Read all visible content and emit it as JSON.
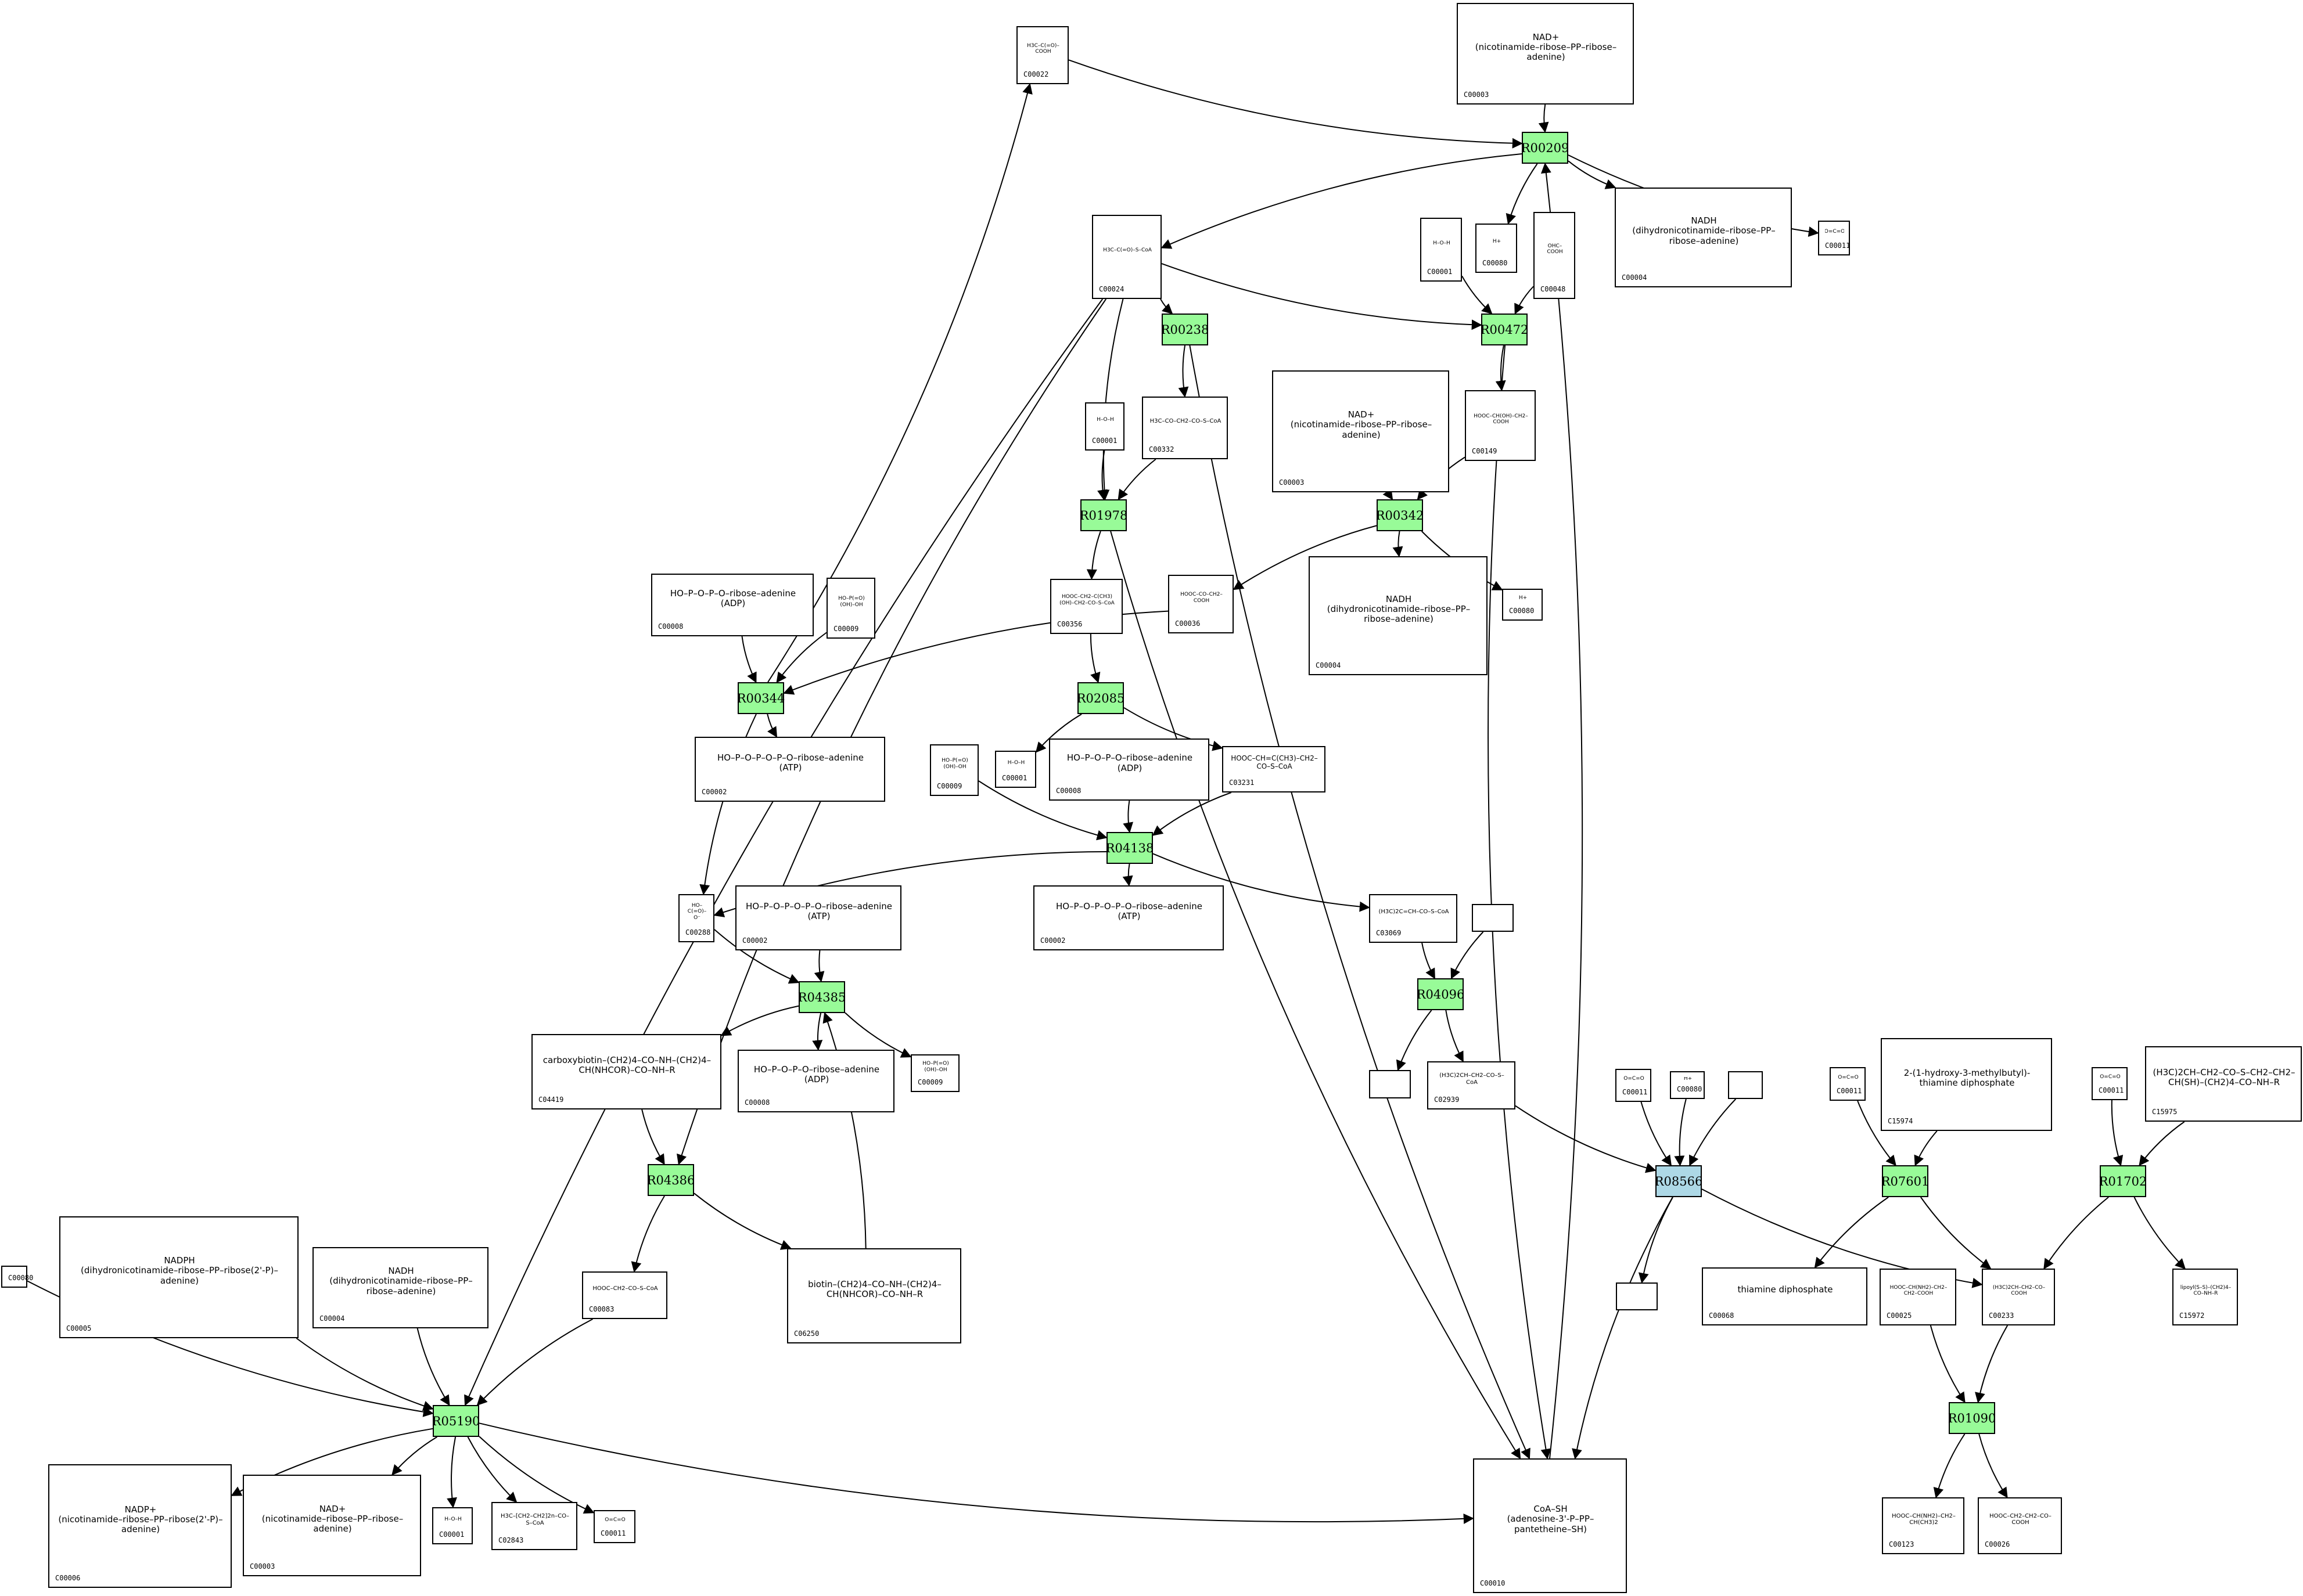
{
  "diagram": {
    "type": "metabolic-pathway-graph",
    "colors": {
      "reaction_default": "#98fb98",
      "reaction_highlight": "#add8e6",
      "compound_fill": "#ffffff",
      "edge": "#000000"
    },
    "reactions": [
      {
        "key": "r00209",
        "id": "R00209",
        "style": "green"
      },
      {
        "key": "r00238",
        "id": "R00238",
        "style": "green"
      },
      {
        "key": "r00472",
        "id": "R00472",
        "style": "green"
      },
      {
        "key": "r01978",
        "id": "R01978",
        "style": "green"
      },
      {
        "key": "r00342",
        "id": "R00342",
        "style": "green"
      },
      {
        "key": "r00344",
        "id": "R00344",
        "style": "green"
      },
      {
        "key": "r02085",
        "id": "R02085",
        "style": "green"
      },
      {
        "key": "r04138",
        "id": "R04138",
        "style": "green"
      },
      {
        "key": "r04385",
        "id": "R04385",
        "style": "green"
      },
      {
        "key": "r04096",
        "id": "R04096",
        "style": "green"
      },
      {
        "key": "r04386",
        "id": "R04386",
        "style": "green"
      },
      {
        "key": "r08566",
        "id": "R08566",
        "style": "blue"
      },
      {
        "key": "r07601",
        "id": "R07601",
        "style": "green"
      },
      {
        "key": "r01702",
        "id": "R01702",
        "style": "green"
      },
      {
        "key": "r05190",
        "id": "R05190",
        "style": "green"
      },
      {
        "key": "r01090",
        "id": "R01090",
        "style": "green"
      }
    ],
    "compounds": [
      {
        "key": "c00022_a",
        "id": "C00022",
        "formula": "H3C–C(=O)–COOH"
      },
      {
        "key": "c00003_top",
        "id": "C00003",
        "formula": "NAD+\n(nicotinamide–ribose–PP–ribose–adenine)"
      },
      {
        "key": "c00024",
        "id": "C00024",
        "formula": "H3C–C(=O)–S–CoA"
      },
      {
        "key": "c00001_a",
        "id": "C00001",
        "formula": "H–O–H"
      },
      {
        "key": "c00080_a",
        "id": "C00080",
        "formula": "H+"
      },
      {
        "key": "c00048",
        "id": "C00048",
        "formula": "OHC–COOH"
      },
      {
        "key": "c00004_a",
        "id": "C00004",
        "formula": "NADH\n(dihydronicotinamide–ribose–PP–ribose–adenine)"
      },
      {
        "key": "c00011_a",
        "id": "C00011",
        "formula": "O=C=O"
      },
      {
        "key": "c00001_b",
        "id": "C00001",
        "formula": "H–O–H"
      },
      {
        "key": "c00332",
        "id": "C00332",
        "formula": "H3C–CO–CH2–CO–S–CoA"
      },
      {
        "key": "c00003_b",
        "id": "C00003",
        "formula": "NAD+\n(nicotinamide–ribose–PP–ribose–adenine)"
      },
      {
        "key": "c00149",
        "id": "C00149",
        "formula": "HOOC–CH(OH)–CH2–COOH"
      },
      {
        "key": "c00008",
        "id": "C00008",
        "formula": "HO–P–O–P–O–ribose–adenine\n(ADP)"
      },
      {
        "key": "c00009_a",
        "id": "C00009",
        "formula": "HO–P(=O)(OH)–OH"
      },
      {
        "key": "c00356",
        "id": "C00356",
        "formula": "HOOC–CH2–C(CH3)(OH)–CH2–CO–S–CoA"
      },
      {
        "key": "c00036",
        "id": "C00036",
        "formula": "HOOC–CO–CH2–COOH"
      },
      {
        "key": "c00004_b",
        "id": "C00004",
        "formula": "NADH\n(dihydronicotinamide–ribose–PP–ribose–adenine)"
      },
      {
        "key": "c00080_b",
        "id": "C00080",
        "formula": "H+"
      },
      {
        "key": "c00002_a",
        "id": "C00002",
        "formula": "HO–P–O–P–O–P–O–ribose–adenine\n(ATP)"
      },
      {
        "key": "c00009_b",
        "id": "C00009",
        "formula": "HO–P(=O)(OH)–OH"
      },
      {
        "key": "c00001_c",
        "id": "C00001",
        "formula": "H–O–H"
      },
      {
        "key": "c00008_b",
        "id": "C00008",
        "formula": "HO–P–O–P–O–ribose–adenine\n(ADP)"
      },
      {
        "key": "c03231",
        "id": "C03231",
        "formula": "HOOC–CH=C(CH3)–CH2–CO–S–CoA"
      },
      {
        "key": "c00288",
        "id": "C00288",
        "formula": "HO–C(=O)–O⁻"
      },
      {
        "key": "c00002_b",
        "id": "C00002",
        "formula": "HO–P–O–P–O–P–O–ribose–adenine\n(ATP)"
      },
      {
        "key": "c00002_c",
        "id": "C00002",
        "formula": "HO–P–O–P–O–P–O–ribose–adenine\n(ATP)"
      },
      {
        "key": "c03069",
        "id": "C03069",
        "formula": "(H3C)2C=CH–CO–S–CoA"
      },
      {
        "key": "blank_a",
        "id": "",
        "formula": ""
      },
      {
        "key": "c04419",
        "id": "C04419",
        "formula": "carboxybiotin–(CH2)4–CO–NH–(CH2)4–CH(NHCOR)–CO–NH–R"
      },
      {
        "key": "c00008_c",
        "id": "C00008",
        "formula": "HO–P–O–P–O–ribose–adenine\n(ADP)"
      },
      {
        "key": "c00009_c",
        "id": "C00009",
        "formula": "HO–P(=O)(OH)–OH"
      },
      {
        "key": "blank_b",
        "id": "",
        "formula": ""
      },
      {
        "key": "c02939",
        "id": "C02939",
        "formula": "(H3C)2CH–CH2–CO–S–CoA"
      },
      {
        "key": "c00011_b",
        "id": "C00011",
        "formula": "O=C=O"
      },
      {
        "key": "c00080_c",
        "id": "C00080",
        "formula": "H+"
      },
      {
        "key": "blank_c",
        "id": "",
        "formula": ""
      },
      {
        "key": "c00011_c",
        "id": "C00011",
        "formula": "O=C=O"
      },
      {
        "key": "c15974",
        "id": "C15974",
        "formula": "2-(1-hydroxy-3-methylbutyl)-thiamine diphosphate"
      },
      {
        "key": "c00011_d",
        "id": "C00011",
        "formula": "O=C=O"
      },
      {
        "key": "c15975",
        "id": "C15975",
        "formula": "(H3C)2CH–CH2–CO–S–CH2–CH2–CH(SH)–(CH2)4–CO–NH–R"
      },
      {
        "key": "c00080_d",
        "id": "C00080",
        "formula": "H+"
      },
      {
        "key": "c00005",
        "id": "C00005",
        "formula": "NADPH\n(dihydronicotinamide–ribose–PP–ribose(2'-P)–adenine)"
      },
      {
        "key": "c00004_c",
        "id": "C00004",
        "formula": "NADH\n(dihydronicotinamide–ribose–PP–ribose–adenine)"
      },
      {
        "key": "c00083",
        "id": "C00083",
        "formula": "HOOC–CH2–CO–S–CoA"
      },
      {
        "key": "c06250",
        "id": "C06250",
        "formula": "biotin–(CH2)4–CO–NH–(CH2)4–CH(NHCOR)–CO–NH–R"
      },
      {
        "key": "blank_d",
        "id": "",
        "formula": ""
      },
      {
        "key": "c00068",
        "id": "C00068",
        "formula": "thiamine diphosphate"
      },
      {
        "key": "c00025",
        "id": "C00025",
        "formula": "HOOC–CH(NH2)–CH2–CH2–COOH"
      },
      {
        "key": "c00233",
        "id": "C00233",
        "formula": "(H3C)2CH–CH2–CO–COOH"
      },
      {
        "key": "c15972",
        "id": "C15972",
        "formula": "lipoyl(S–S)–(CH2)4–CO–NH–R"
      },
      {
        "key": "c00006",
        "id": "C00006",
        "formula": "NADP+\n(nicotinamide–ribose–PP–ribose(2'-P)–adenine)"
      },
      {
        "key": "c00003_c",
        "id": "C00003",
        "formula": "NAD+\n(nicotinamide–ribose–PP–ribose–adenine)"
      },
      {
        "key": "c00001_d",
        "id": "C00001",
        "formula": "H–O–H"
      },
      {
        "key": "c02843",
        "id": "C02843",
        "formula": "H3C–[CH2–CH2]2n–CO–S–CoA"
      },
      {
        "key": "c00011_e",
        "id": "C00011",
        "formula": "O=C=O"
      },
      {
        "key": "c00010",
        "id": "C00010",
        "formula": "CoA–SH\n(adenosine-3'-P–PP–pantetheine–SH)"
      },
      {
        "key": "c00123",
        "id": "C00123",
        "formula": "HOOC–CH(NH2)–CH2–CH(CH3)2"
      },
      {
        "key": "c00026",
        "id": "C00026",
        "formula": "HOOC–CH2–CH2–CO–COOH"
      }
    ],
    "edges": [
      [
        "c00003_top",
        "r00209"
      ],
      [
        "c00022_a",
        "r00209"
      ],
      [
        "r00209",
        "c00024"
      ],
      [
        "r00209",
        "c00080_a"
      ],
      [
        "r00209",
        "c00004_a"
      ],
      [
        "r00209",
        "c00011_a"
      ],
      [
        "r00344",
        "c00022_a"
      ],
      [
        "c00010",
        "r00209"
      ],
      [
        "c00024",
        "r00238"
      ],
      [
        "c00024",
        "r00472"
      ],
      [
        "c00024",
        "r01978"
      ],
      [
        "c00024",
        "r05190"
      ],
      [
        "c00024",
        "r04386"
      ],
      [
        "c00001_a",
        "r00472"
      ],
      [
        "c00048",
        "r00472"
      ],
      [
        "r00472",
        "c00149"
      ],
      [
        "r00472",
        "c00010"
      ],
      [
        "r00238",
        "c00332"
      ],
      [
        "r00238",
        "c00010"
      ],
      [
        "c00001_b",
        "r01978"
      ],
      [
        "c00332",
        "r01978"
      ],
      [
        "r01978",
        "c00356"
      ],
      [
        "r01978",
        "c00010"
      ],
      [
        "c00003_b",
        "r00342"
      ],
      [
        "c00149",
        "r00342"
      ],
      [
        "r00342",
        "c00036"
      ],
      [
        "r00342",
        "c00004_b"
      ],
      [
        "r00342",
        "c00080_b"
      ],
      [
        "c00008",
        "r00344"
      ],
      [
        "c00009_a",
        "r00344"
      ],
      [
        "c00036",
        "r00344"
      ],
      [
        "r00344",
        "c00002_a"
      ],
      [
        "r00344",
        "c00288"
      ],
      [
        "c00356",
        "r02085"
      ],
      [
        "r02085",
        "c00001_c"
      ],
      [
        "r02085",
        "c03231"
      ],
      [
        "c00009_b",
        "r04138"
      ],
      [
        "c00008_b",
        "r04138"
      ],
      [
        "c03231",
        "r04138"
      ],
      [
        "r04138",
        "c00002_c"
      ],
      [
        "r04138",
        "c03069"
      ],
      [
        "r04138",
        "c00288"
      ],
      [
        "c00288",
        "r04385"
      ],
      [
        "c00002_b",
        "r04385"
      ],
      [
        "c06250",
        "r04385"
      ],
      [
        "r04385",
        "c04419"
      ],
      [
        "r04385",
        "c00008_c"
      ],
      [
        "r04385",
        "c00009_c"
      ],
      [
        "c03069",
        "r04096"
      ],
      [
        "blank_a",
        "r04096"
      ],
      [
        "r04096",
        "blank_b"
      ],
      [
        "r04096",
        "c02939"
      ],
      [
        "c04419",
        "r04386"
      ],
      [
        "r04386",
        "c00083"
      ],
      [
        "r04386",
        "c06250"
      ],
      [
        "c02939",
        "r08566"
      ],
      [
        "c00011_b",
        "r08566"
      ],
      [
        "c00080_c",
        "r08566"
      ],
      [
        "blank_c",
        "r08566"
      ],
      [
        "r08566",
        "blank_d"
      ],
      [
        "r08566",
        "c00010"
      ],
      [
        "r08566",
        "c00233"
      ],
      [
        "c00011_c",
        "r07601"
      ],
      [
        "c15974",
        "r07601"
      ],
      [
        "r07601",
        "c00068"
      ],
      [
        "r07601",
        "c00233"
      ],
      [
        "c00011_d",
        "r01702"
      ],
      [
        "c15975",
        "r01702"
      ],
      [
        "r01702",
        "c00233"
      ],
      [
        "r01702",
        "c15972"
      ],
      [
        "c00025",
        "r01090"
      ],
      [
        "c00233",
        "r01090"
      ],
      [
        "r01090",
        "c00123"
      ],
      [
        "r01090",
        "c00026"
      ],
      [
        "c00080_d",
        "r05190"
      ],
      [
        "c00005",
        "r05190"
      ],
      [
        "c00004_c",
        "r05190"
      ],
      [
        "c00083",
        "r05190"
      ],
      [
        "r05190",
        "c00006"
      ],
      [
        "r05190",
        "c00003_c"
      ],
      [
        "r05190",
        "c00001_d"
      ],
      [
        "r05190",
        "c02843"
      ],
      [
        "r05190",
        "c00011_e"
      ],
      [
        "r05190",
        "c00010"
      ]
    ]
  }
}
